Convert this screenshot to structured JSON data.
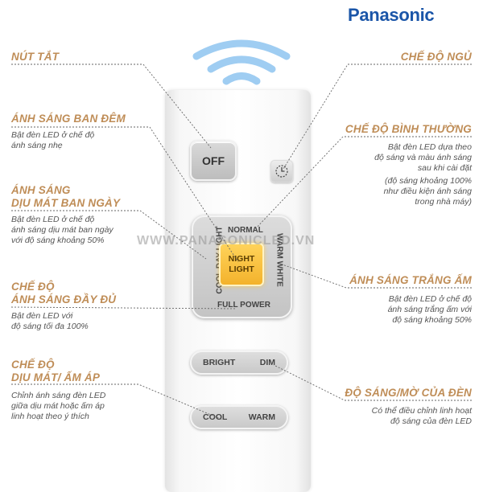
{
  "brand": "Panasonic",
  "watermark": "WWW.PANASONICLED.VN",
  "remote": {
    "off_label": "OFF",
    "normal_label": "NORMAL",
    "night_line1": "NIGHT",
    "night_line2": "LIGHT",
    "cool_day_label": "COOL DAY LIGHT",
    "warm_white_label": "WARM WHITE",
    "full_power_label": "FULL POWER",
    "bright_label": "BRIGHT",
    "dim_label": "DIM",
    "cool_label": "COOL",
    "warm_label": "WARM"
  },
  "left": {
    "off_heading": "NÚT TẮT",
    "night_heading": "ÁNH SÁNG BAN ĐÊM",
    "night_desc1": "Bật đèn LED ở chế độ",
    "night_desc2": "ánh sáng nhẹ",
    "cool_heading1": "ÁNH SÁNG",
    "cool_heading2": "DỊU MÁT BAN NGÀY",
    "cool_desc1": "Bật đèn LED ở chế độ",
    "cool_desc2": "ánh sáng dịu mát ban ngày",
    "cool_desc3": "với độ sáng khoảng 50%",
    "full_heading1": "CHẾ ĐỘ",
    "full_heading2": "ÁNH SÁNG ĐẦY ĐỦ",
    "full_desc1": "Bật đèn LED với",
    "full_desc2": "độ sáng tối đa 100%",
    "mode_heading1": "CHẾ ĐỘ",
    "mode_heading2": "DỊU MÁT/ ẤM ÁP",
    "mode_desc1": "Chỉnh ánh sáng đèn LED",
    "mode_desc2": "giữa dịu mát hoặc ấm áp",
    "mode_desc3": "linh hoạt theo ý thích"
  },
  "right": {
    "sleep_heading": "CHẾ ĐỘ NGỦ",
    "normal_heading": "CHẾ ĐỘ BÌNH THƯỜNG",
    "normal_desc1": "Bật đèn LED dựa theo",
    "normal_desc2": "độ sáng và màu ánh sáng",
    "normal_desc3": "sau khi cài đặt",
    "normal_desc4": "(độ sáng khoảng 100%",
    "normal_desc5": "như điều kiện ánh sáng",
    "normal_desc6": "trong nhà máy)",
    "warm_heading": "ÁNH SÁNG TRẮNG ẤM",
    "warm_desc1": "Bật đèn LED ở chế độ",
    "warm_desc2": "ánh sáng trắng ấm với",
    "warm_desc3": "độ sáng khoảng 50%",
    "bright_heading": "ĐỘ SÁNG/MỜ CỦA ĐÈN",
    "bright_desc1": "Có thể điều chỉnh linh hoạt",
    "bright_desc2": "độ sáng của đèn LED"
  },
  "colors": {
    "heading": "#bf8d57",
    "brand": "#1a55a8",
    "wifi": "#9fcdf2",
    "night_button": "#f3b22c"
  }
}
